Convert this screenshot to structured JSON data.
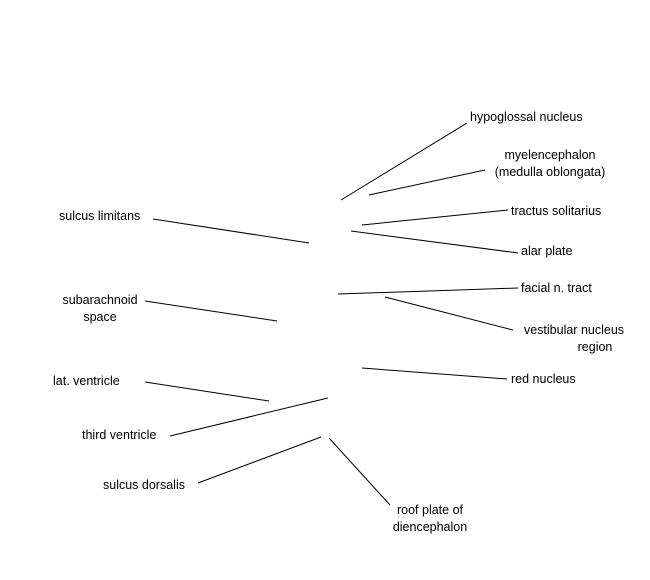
{
  "labels": {
    "hypoglossal_nucleus": "hypoglossal nucleus",
    "myelencephalon_1": "myelencephalon",
    "myelencephalon_2": "(medulla oblongata)",
    "tractus_solitarius": "tractus solitarius",
    "alar_plate": "alar plate",
    "facial_n_tract": "facial n. tract",
    "vestibular_1": "vestibular nucleus",
    "vestibular_2": "region",
    "red_nucleus": "red nucleus",
    "sulcus_limitans": "sulcus limitans",
    "subarachnoid_1": "subarachnoid",
    "subarachnoid_2": "space",
    "lat_ventricle": "lat. ventricle",
    "third_ventricle": "third ventricle",
    "sulcus_dorsalis": "sulcus dorsalis",
    "roof_plate_1": "roof plate of",
    "roof_plate_2": "diencephalon"
  },
  "colors": {
    "background": "#ffffff",
    "ink": "#000000"
  }
}
